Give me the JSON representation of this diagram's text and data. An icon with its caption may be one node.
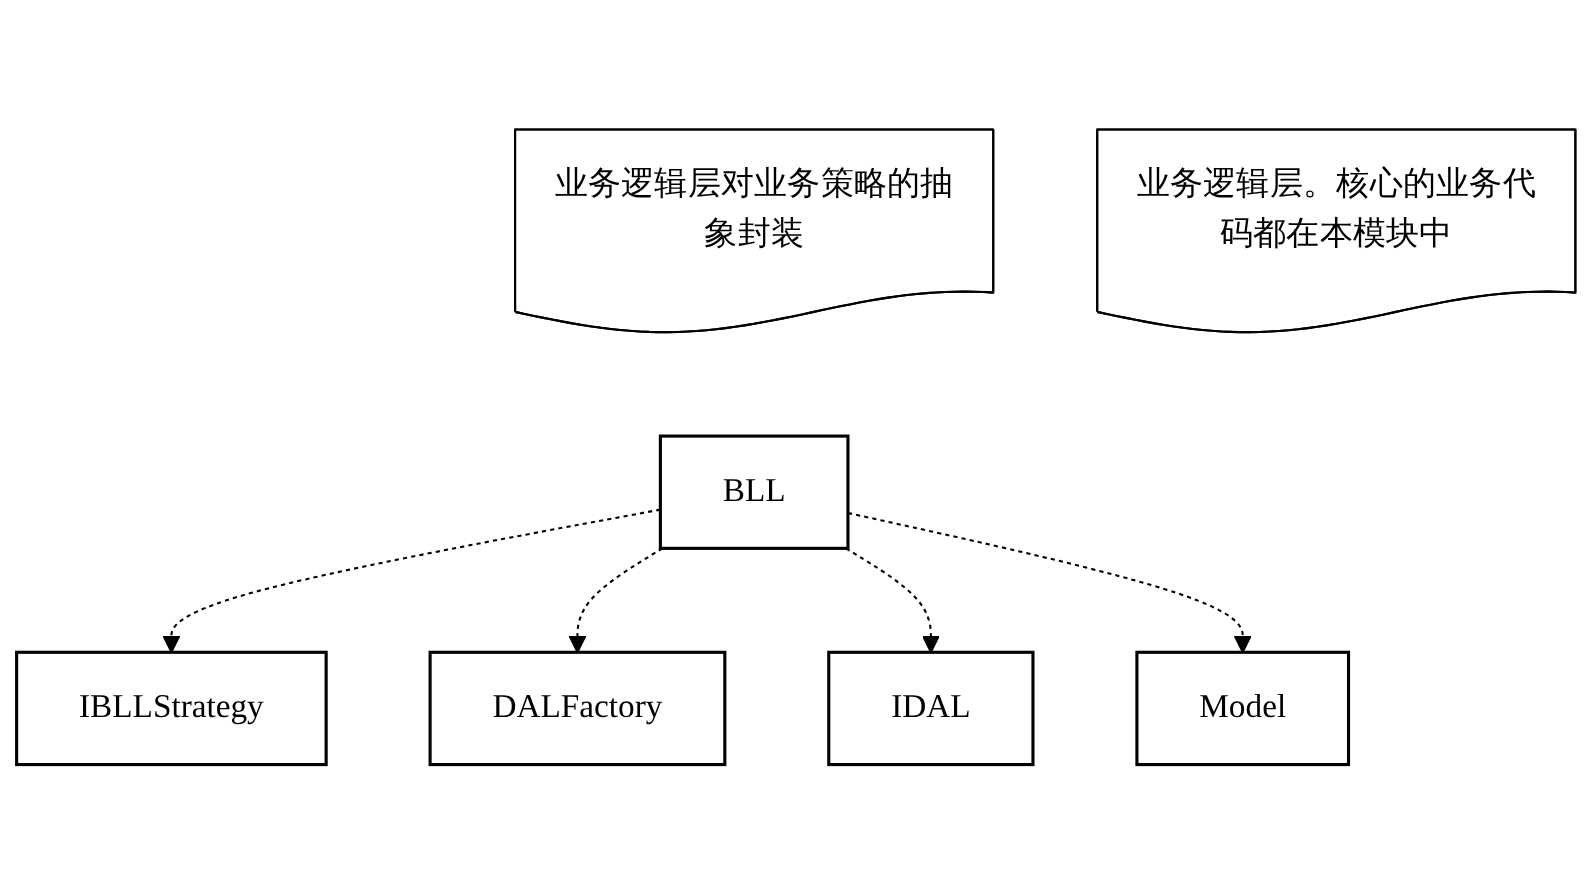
{
  "diagram": {
    "nodes": [
      {
        "text": [
          "IBLLStrategy"
        ]
      },
      {
        "text": [
          "业务逻辑层对业务策略的抽象封装"
        ]
      },
      {
        "text": [
          "业务逻辑层。核心的业务代码都在本模块中"
        ]
      },
      {
        "text": [
          "BLL"
        ]
      },
      {
        "text": [
          "DALFactory"
        ]
      },
      {
        "text": [
          "IDAL"
        ]
      },
      {
        "text": [
          "Model"
        ]
      }
    ],
    "edges": [
      {
        "from": 3,
        "to": 0,
        "arrow": "to",
        "style": "dashed"
      },
      {
        "from": 3,
        "to": 4,
        "arrow": "to",
        "style": "dashed"
      },
      {
        "from": 3,
        "to": 5,
        "arrow": "to",
        "style": "dashed"
      },
      {
        "from": 3,
        "to": 6,
        "arrow": "to",
        "style": "dashed"
      }
    ]
  }
}
